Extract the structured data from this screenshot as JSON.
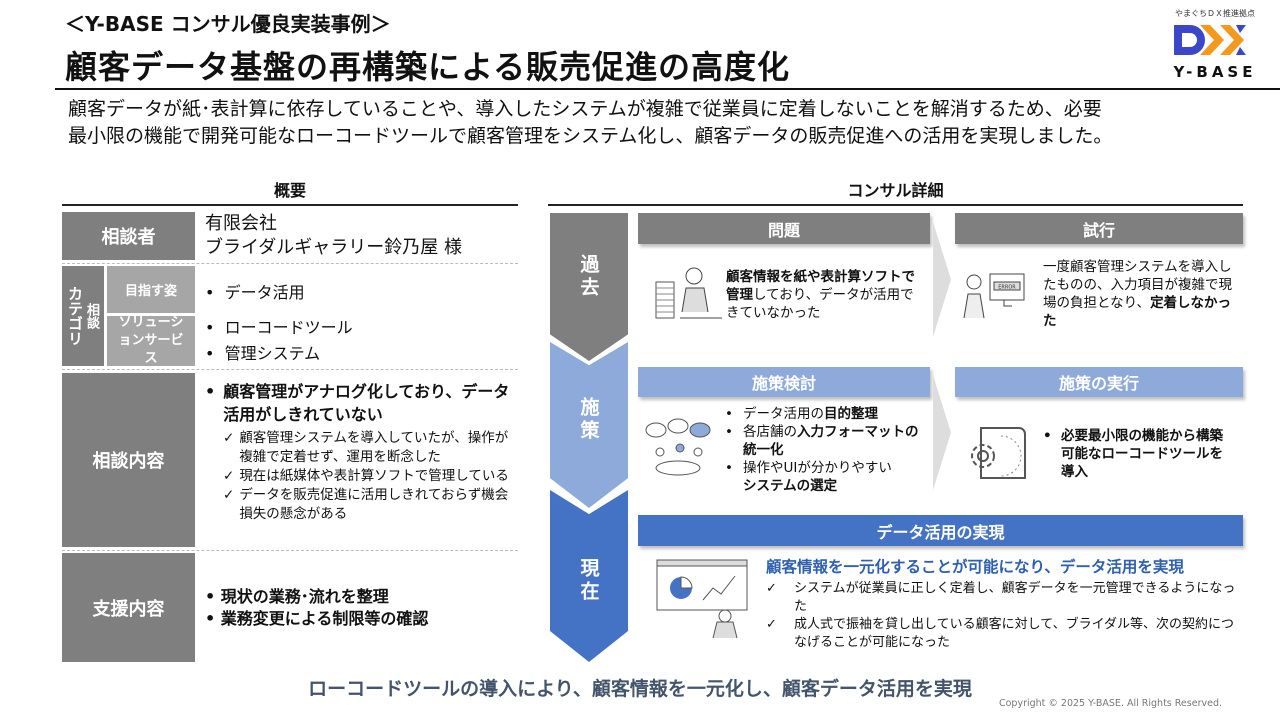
{
  "header": {
    "subtitle": "＜Y-BASE コンサル優良実装事例＞",
    "title": "顧客データ基盤の再構築による販売促進の高度化",
    "logo_tagline": "やまぐちＤＸ推進拠点",
    "logo_text": "Y-BASE",
    "logo_mark": "DX"
  },
  "intro": [
    "顧客データが紙･表計算に依存していることや、導入したシステムが複雑で従業員に定着しないことを解消するため、必要",
    "最小限の機能で開発可能なローコードツールで顧客管理をシステム化し、顧客データの販売促進への活用を実現しました。"
  ],
  "overview": {
    "heading": "概要",
    "consultant_label": "相談者",
    "consultant": [
      "有限会社",
      "ブライダルギャラリー鈴乃屋 様"
    ],
    "category_label": "カテゴリ",
    "category_sub": "相談",
    "goal_label": "目指す姿",
    "goal": "データ活用",
    "solution_label": "ソリューションサービス",
    "solutions": [
      "ローコードツール",
      "管理システム"
    ],
    "content_label": "相談内容",
    "content_main": "顧客管理がアナログ化しており、データ活用がしきれていない",
    "content_items": [
      "顧客管理システムを導入していたが、操作が複雑で定着せず、運用を断念した",
      "現在は紙媒体や表計算ソフトで管理している",
      "データを販売促進に活用しきれておらず機会損失の懸念がある"
    ],
    "support_label": "支援内容",
    "support_items": [
      "現状の業務･流れを整理",
      "業務変更による制限等の確認"
    ]
  },
  "detail": {
    "heading": "コンサル詳細",
    "phases": [
      "過去",
      "施策",
      "現在"
    ],
    "problem": {
      "label": "問題",
      "bold": "顧客情報を紙や表計算ソフトで管理",
      "rest": "しており、データが活用できていなかった"
    },
    "trial": {
      "label": "試行",
      "text": "一度顧客管理システムを導入したものの、入力項目が複雑で現場の負担となり、",
      "bold": "定着しなかった",
      "screen": "ERROR"
    },
    "study": {
      "label": "施策検討",
      "items": [
        [
          "データ活用の",
          "目的整理",
          ""
        ],
        [
          "各店舗の",
          "入力フォーマットの統一化",
          ""
        ],
        [
          "操作やUIが分かりやすい",
          "システムの選定",
          ""
        ]
      ]
    },
    "exec": {
      "label": "施策の実行",
      "item": "必要最小限の機能から構築可能なローコードツールを導入"
    },
    "result": {
      "label": "データ活用の実現",
      "headline": "顧客情報を一元化することが可能になり、データ活用を実現",
      "items": [
        "システムが従業員に正しく定着し、顧客データを一元管理できるようになった",
        "成人式で振袖を貸し出している顧客に対して、ブライダル等、次の契約につなげることが可能になった"
      ]
    }
  },
  "conclusion": "ローコードツールの導入により、顧客情報を一元化し、顧客データ活用を実現",
  "copyright": "Copyright © 2025 Y-BASE. All Rights Reserved.",
  "colors": {
    "gray": "#7f7f7f",
    "lightgray": "#a6a6a6",
    "lightblue": "#8eaadb",
    "blue": "#4472c4",
    "conclusion": "#44546a"
  }
}
